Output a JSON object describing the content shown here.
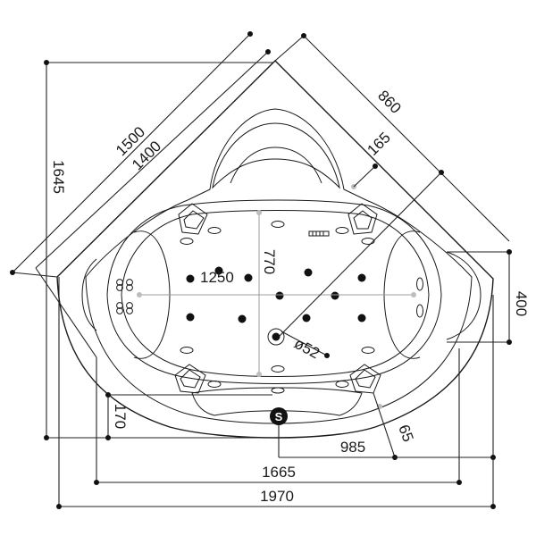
{
  "dimensions": {
    "d1500": "1500",
    "d1400": "1400",
    "d860": "860",
    "d165": "165",
    "d1645": "1645",
    "d1250": "1250",
    "d770": "770",
    "d400": "400",
    "d52": "ø52",
    "d170": "170",
    "d65": "65",
    "d985": "985",
    "d1665": "1665",
    "d1970": "1970"
  },
  "labels": {
    "drain_symbol": "S"
  },
  "colors": {
    "line": "#1a1a1a",
    "helper": "#bdbdbd"
  }
}
